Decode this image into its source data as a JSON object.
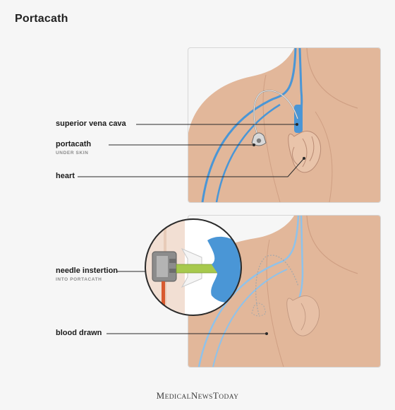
{
  "title": "Portacath",
  "colors": {
    "skin": "#e2b79a",
    "skin_dark": "#cf9f83",
    "vein": "#4a96d6",
    "vein_light": "#8fc2ea",
    "needle": "#a7c94d",
    "blood": "#d85a2f"
  },
  "labels": {
    "superior_vena_cava": "superior vena cava",
    "portacath": "portacath",
    "portacath_sub": "UNDER SKIN",
    "heart": "heart",
    "needle_insertion": "needle instertion",
    "needle_insertion_sub": "INTO PORTACATH",
    "blood_drawn": "blood drawn"
  },
  "brand": {
    "part1_cap": "M",
    "part1_rest": "EDICAL",
    "part2_cap": "N",
    "part2_rest": "EWS",
    "part3_cap": "T",
    "part3_rest": "ODAY"
  }
}
